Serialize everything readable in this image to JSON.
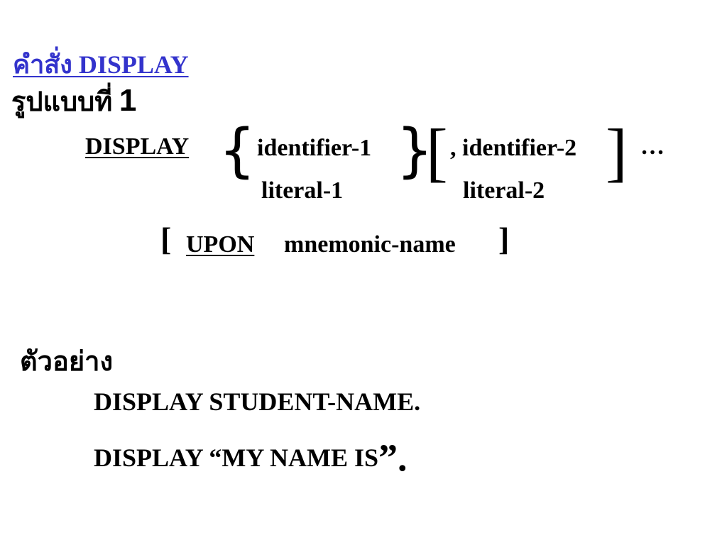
{
  "heading": "คำสั่ง  DISPLAY",
  "format": {
    "label": "รูปแบบที่",
    "number": "1"
  },
  "syntax": {
    "keyword": "DISPLAY",
    "brace_open": "{",
    "brace_close": "}",
    "alt1_line1": "identifier-1",
    "alt1_line2": "literal-1",
    "bracket_open": "[",
    "bracket_close": "]",
    "alt2_line1": ", identifier-2",
    "alt2_line2": "literal-2",
    "ellipsis": "…",
    "upon_open": "[",
    "upon_keyword": "UPON",
    "upon_rest": "mnemonic-name",
    "upon_close": "]"
  },
  "example": {
    "title": "ตัวอย่าง",
    "line1": "DISPLAY  STUDENT-NAME.",
    "line2_text": "DISPLAY  “MY NAME IS",
    "line2_end": "”."
  }
}
